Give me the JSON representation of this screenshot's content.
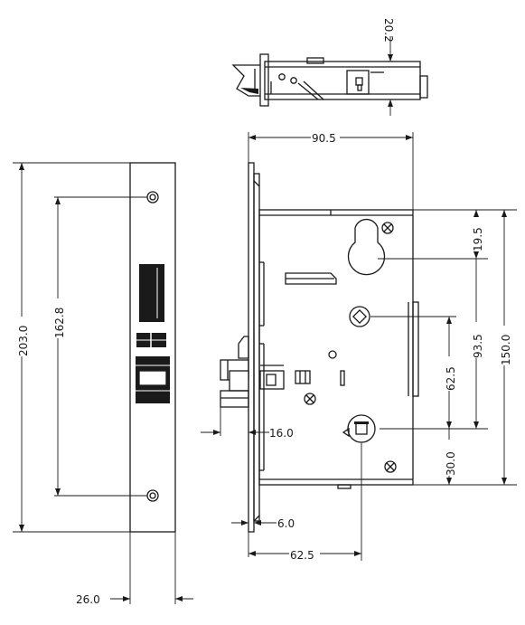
{
  "dimensions": {
    "top_view_depth": "20.2",
    "backset_body_width": "90.5",
    "faceplate_length": "203.0",
    "screw_spacing": "162.8",
    "faceplate_width": "26.0",
    "keyhole_offset": "19.5",
    "body_height": "150.0",
    "cylinder_to_spindle": "93.5",
    "spindle_to_lower": "62.5",
    "lower_offset": "30.0",
    "latch_projection": "16.0",
    "faceplate_thickness": "6.0",
    "backset": "62.5"
  },
  "colors": {
    "line": "#1a1a1a",
    "background": "#ffffff"
  }
}
